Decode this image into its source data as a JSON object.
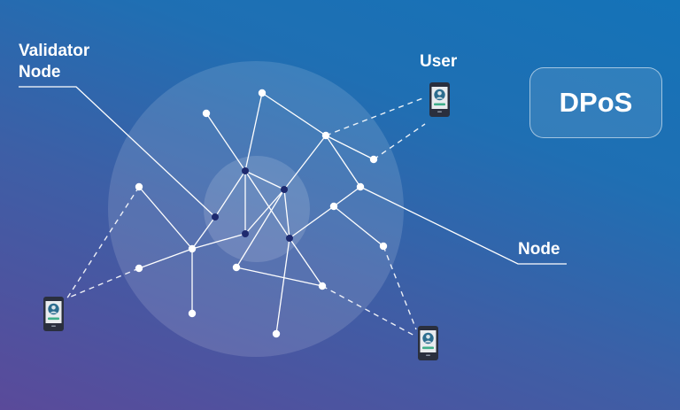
{
  "diagram": {
    "labels": {
      "validator_line1": "Validator",
      "validator_line2": "Node",
      "user": "User",
      "node": "Node"
    },
    "badge": "DPoS"
  },
  "colors": {
    "node_fill": "#ffffff",
    "validator_fill": "#1e2a6e",
    "link_stroke": "#ffffff",
    "badge_border": "#ffffff"
  },
  "icons": [
    "smartphone-user-icon"
  ]
}
